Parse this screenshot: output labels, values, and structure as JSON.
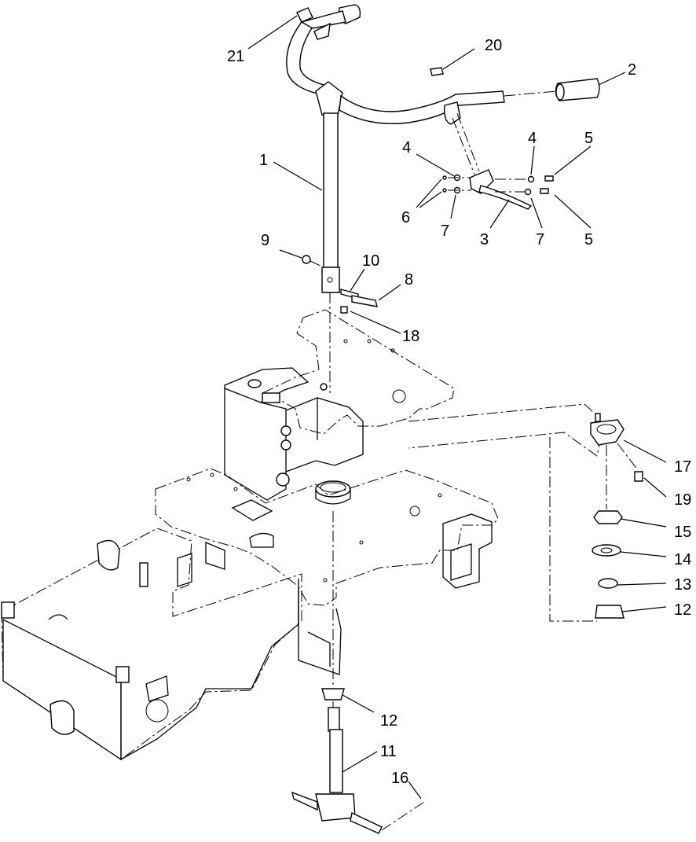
{
  "callouts": [
    {
      "id": "c21",
      "label": "21"
    },
    {
      "id": "c20",
      "label": "20"
    },
    {
      "id": "c2",
      "label": "2"
    },
    {
      "id": "c1",
      "label": "1"
    },
    {
      "id": "c4a",
      "label": "4"
    },
    {
      "id": "c4b",
      "label": "4"
    },
    {
      "id": "c5a",
      "label": "5"
    },
    {
      "id": "c6",
      "label": "6"
    },
    {
      "id": "c7a",
      "label": "7"
    },
    {
      "id": "c3",
      "label": "3"
    },
    {
      "id": "c7b",
      "label": "7"
    },
    {
      "id": "c5b",
      "label": "5"
    },
    {
      "id": "c9",
      "label": "9"
    },
    {
      "id": "c10",
      "label": "10"
    },
    {
      "id": "c8",
      "label": "8"
    },
    {
      "id": "c18",
      "label": "18"
    },
    {
      "id": "c17",
      "label": "17"
    },
    {
      "id": "c19",
      "label": "19"
    },
    {
      "id": "c15",
      "label": "15"
    },
    {
      "id": "c14",
      "label": "14"
    },
    {
      "id": "c13",
      "label": "13"
    },
    {
      "id": "c12a",
      "label": "12"
    },
    {
      "id": "c12b",
      "label": "12"
    },
    {
      "id": "c11",
      "label": "11"
    },
    {
      "id": "c16",
      "label": "16"
    }
  ]
}
